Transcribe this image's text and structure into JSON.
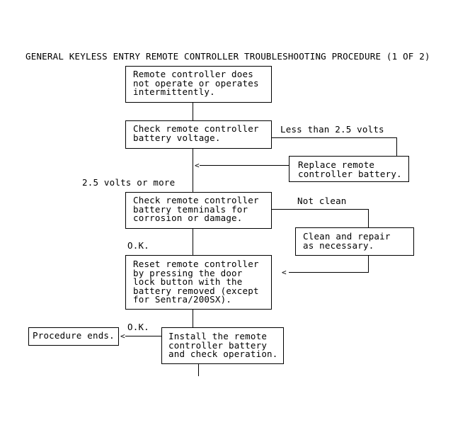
{
  "title": "GENERAL KEYLESS ENTRY REMOTE CONTROLLER TROUBLESHOOTING PROCEDURE (1 OF 2)",
  "boxes": {
    "start": [
      "Remote controller does",
      "not operate or operates",
      "intermittently."
    ],
    "check_voltage": [
      "Check remote controller",
      "battery voltage."
    ],
    "replace_battery": [
      "Replace remote",
      "controller battery."
    ],
    "check_terminals": [
      "Check remote controller",
      "battery temninals for",
      "corrosion or damage."
    ],
    "clean_repair": [
      "Clean and repair",
      "as necessary."
    ],
    "reset": [
      "Reset remote controller",
      "by pressing the door",
      "lock button with the",
      "battery removed (except",
      "for Sentra/200SX)."
    ],
    "install": [
      "Install the remote",
      "controller battery",
      "and check operation."
    ],
    "procedure_ends": [
      "Procedure ends."
    ]
  },
  "labels": {
    "less_than": "Less than 2.5 volts",
    "volts_or_more": "2.5 volts or more",
    "not_clean": "Not clean",
    "ok_1": "O.K.",
    "ok_2": "O.K."
  }
}
